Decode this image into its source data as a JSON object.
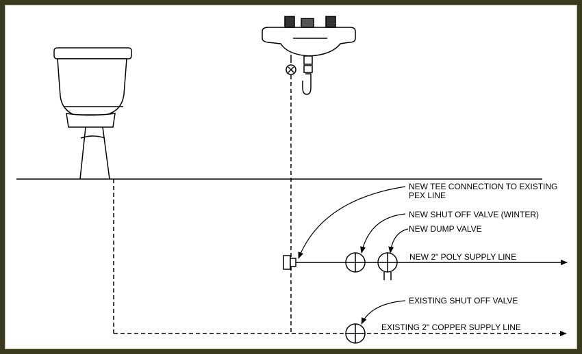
{
  "diagram": {
    "callouts": {
      "new_tee_connection": "NEW TEE CONNECTION TO EXISTING PEX LINE",
      "new_shut_off_valve": "NEW SHUT OFF VALVE (WINTER)",
      "new_dump_valve": "NEW DUMP VALVE",
      "existing_shut_off_valve": "EXISTING SHUT OFF VALVE"
    },
    "lines": {
      "new_supply": "NEW 2\" POLY SUPPLY LINE",
      "existing_supply": "EXISTING 2\" COPPER SUPPLY LINE"
    },
    "fixtures": [
      "toilet-icon",
      "sink-icon"
    ],
    "colors": {
      "border": "#3a3a1f",
      "line": "#000000"
    }
  }
}
